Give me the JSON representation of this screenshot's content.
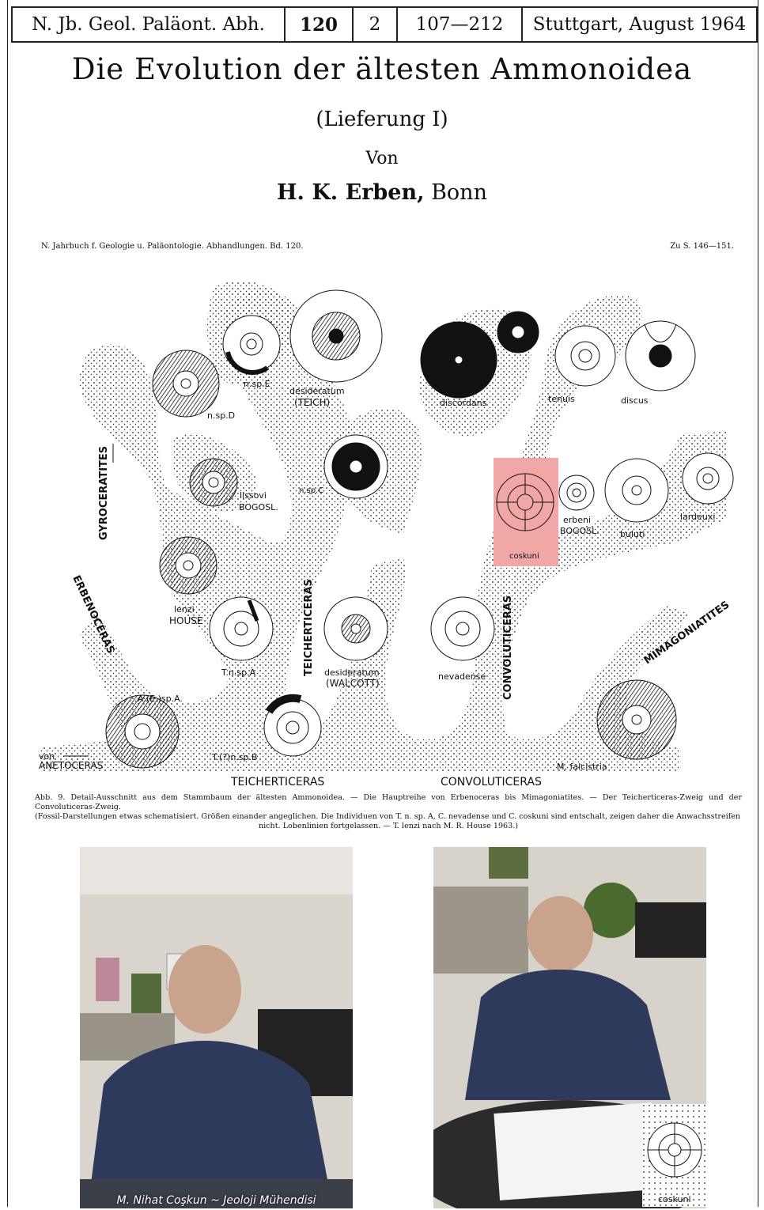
{
  "citation": {
    "journal": "N. Jb. Geol. Paläont. Abh.",
    "volume": "120",
    "issue": "2",
    "pages": "107—212",
    "place_date": "Stuttgart, August 1964"
  },
  "title": "Die Evolution der ältesten Ammonoidea",
  "subtitle": "(Lieferung I)",
  "byline": "Von",
  "author_name": "H. K. Erben,",
  "author_city": " Bonn",
  "journal_line": "N. Jahrbuch f. Geologie u. Paläontologie. Abhandlungen. Bd. 120.",
  "page_ref": "Zu S. 146—151.",
  "figure_labels": {
    "nspD": "n.sp.D",
    "nspE": "n.sp.E",
    "desideratum_teich_1": "desideratum",
    "desideratum_teich_2": "(TEICH)",
    "discordans": "discordans",
    "tenuis": "tenuis",
    "discus": "discus",
    "gyroceratites": "GYROCERATITES",
    "lissovi_1": "lissovi",
    "lissovi_2": "BOGOSL.",
    "nspC": "n.sp.C",
    "coskuni": "coskuni",
    "erbeni_1": "erbeni",
    "erbeni_2": "BOGOSL.",
    "buluti": "buluti",
    "lardeuxi": "lardeuxi",
    "erbenoceras": "ERBENOCERAS",
    "lenzi_1": "lenzi",
    "lenzi_2": "HOUSE",
    "teicherticeras_v": "TEICHERTICERAS",
    "convoluticeras_v": "CONVOLUTICERAS",
    "mimagoniatites": "MIMAGONIATITES",
    "tnspA": "T.n.sp.A",
    "desideratum_walcott_1": "desideratum",
    "desideratum_walcott_2": "(WALCOTT)",
    "nevadense": "nevadense",
    "aesp": "A.(E.)sp.A.",
    "von": "von",
    "anetoceras": "ANETOCERAS",
    "tnspB": "T.(?)n.sp.B",
    "mfalcistria": "M. falcistria",
    "teicherticeras_h": "TEICHERTICERAS",
    "convoluticeras_h": "CONVOLUTICERAS"
  },
  "caption": {
    "line1": "Abb. 9. Detail-Ausschnitt aus dem Stammbaum der ältesten Ammonoidea. — Die Hauptreihe von Erbenoceras bis Mimagoniatites. — Der Teicherticeras-Zweig und der Convoluticeras-Zweig.",
    "line2": "(Fossil-Darstellungen etwas schematisiert. Größen einander angeglichen. Die Individuen von T. n. sp. A, C. nevadense und C. coskuni sind entschalt, zeigen daher die Anwachsstreifen",
    "line3": "nicht. Lobenlinien fortgelassen. — T. lenzi nach M. R. House 1963.)"
  },
  "photo1_caption": "M. Nihat Coşkun ~ Jeoloji Mühendisi",
  "inset_label": "coskuni",
  "colors": {
    "highlight": "#f2a7a7",
    "ink": "#111111",
    "jacket": "#2e3a5c",
    "wall": "#d9d4cc"
  }
}
